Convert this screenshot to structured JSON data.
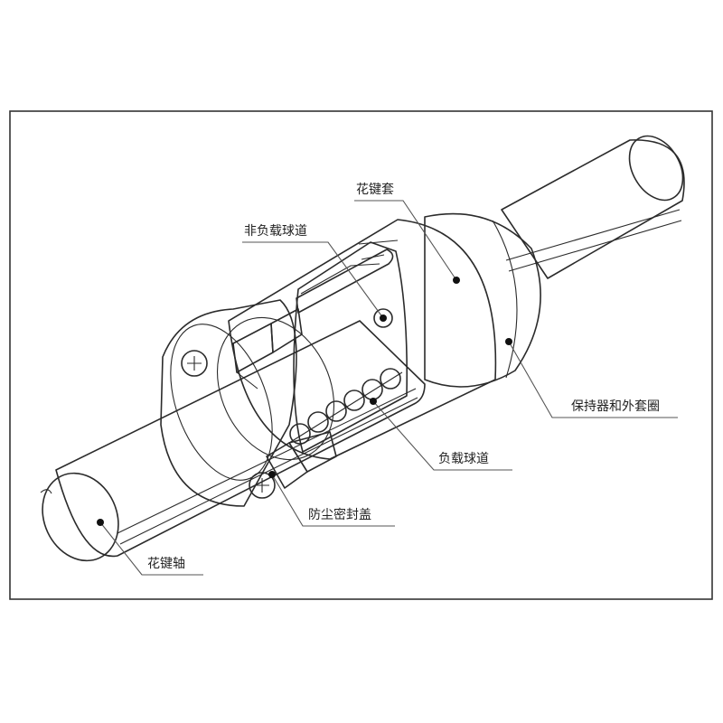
{
  "labels": {
    "spline_sleeve": "花键套",
    "non_load_groove": "非负载球道",
    "retainer_outer_ring": "保持器和外套圈",
    "load_groove": "负载球道",
    "dust_seal_cover": "防尘密封盖",
    "spline_shaft": "花键轴"
  }
}
